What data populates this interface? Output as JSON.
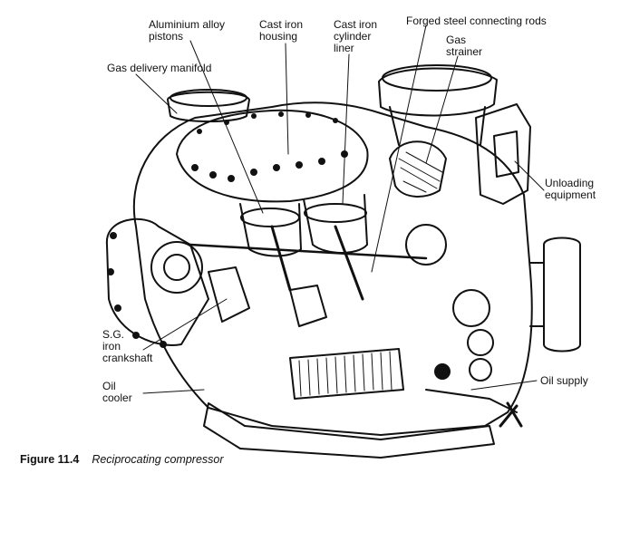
{
  "labels": {
    "aluminium_alloy_pistons": "Aluminium alloy\npistons",
    "cast_iron_housing": "Cast iron\nhousing",
    "cast_iron_cylinder_liner": "Cast iron\ncylinder\nliner",
    "forged_steel_connecting_rods": "Forged steel connecting rods",
    "gas_strainer": "Gas\nstrainer",
    "gas_delivery_manifold": "Gas delivery manifold",
    "unloading_equipment": "Unloading\nequipment",
    "sg_iron_crankshaft": "S.G.\niron\ncrankshaft",
    "oil_cooler": "Oil\ncooler",
    "oil_supply": "Oil supply"
  },
  "caption": {
    "figure_number": "Figure 11.4",
    "title": "Reciprocating compressor"
  },
  "colors": {
    "ink": "#111111",
    "paper": "#ffffff"
  }
}
